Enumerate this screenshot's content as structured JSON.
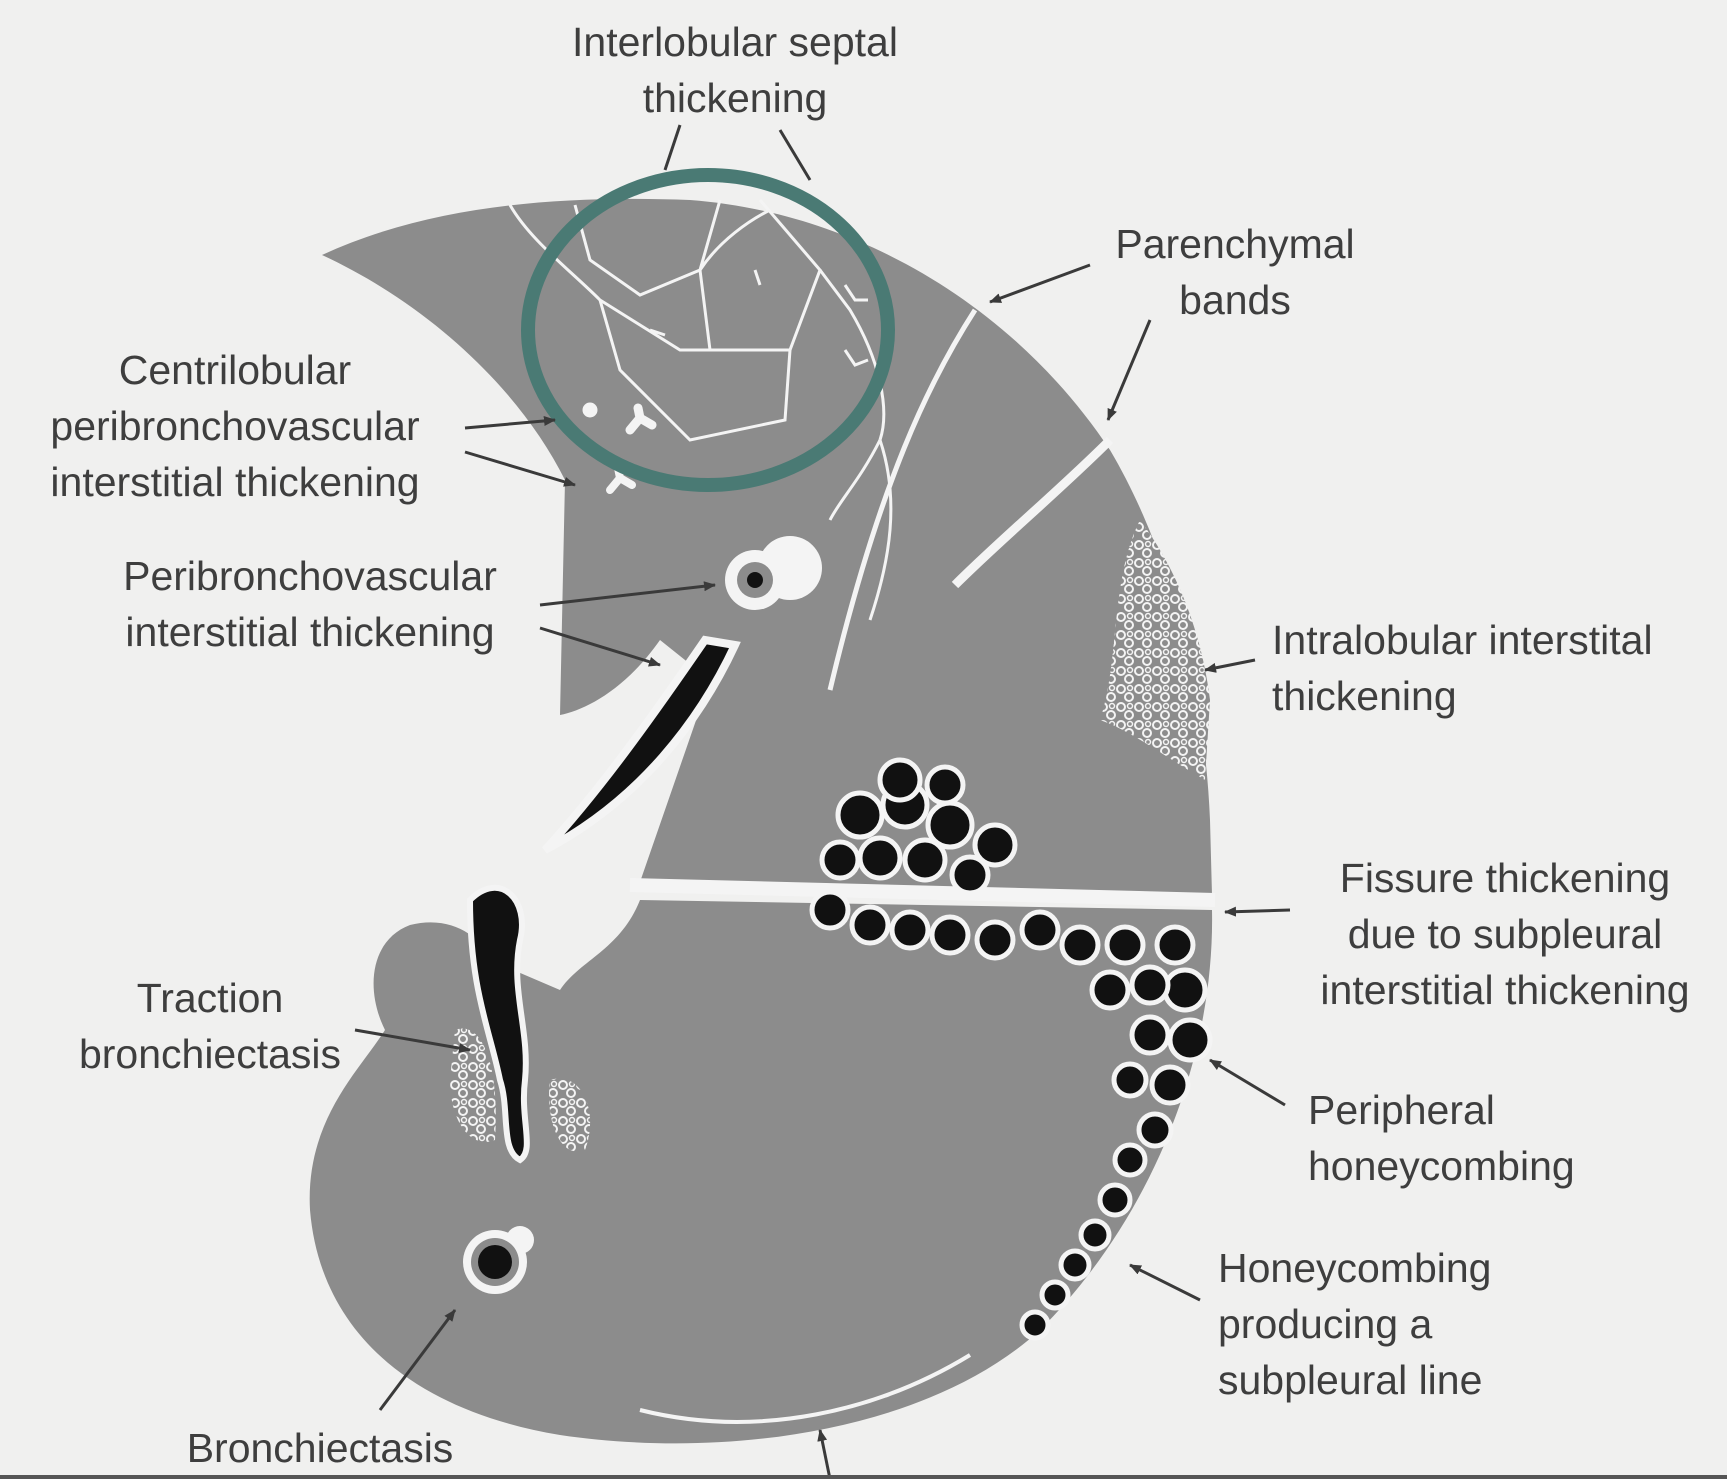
{
  "labels": {
    "interlobular_septal": [
      "Interlobular septal",
      "thickening"
    ],
    "parenchymal_bands": [
      "Parenchymal",
      "bands"
    ],
    "centrilobular": [
      "Centrilobular",
      "peribronchovascular",
      "interstitial thickening"
    ],
    "peribronchovascular": [
      "Peribronchovascular",
      "interstitial thickening"
    ],
    "intralobular": [
      "Intralobular interstital",
      "thickening"
    ],
    "fissure": [
      "Fissure thickening",
      "due to subpleural",
      "interstitial thickening"
    ],
    "traction": [
      "Traction",
      "bronchiectasis"
    ],
    "peripheral_honeycombing": [
      "Peripheral",
      "honeycombing"
    ],
    "honeycombing_subpleural": [
      "Honeycombing",
      "producing a",
      "subpleural line"
    ],
    "bronchiectasis": [
      "Bronchiectasis"
    ]
  },
  "colors": {
    "lung": "#8c8c8c",
    "background": "#f0f0ef",
    "highlight_ring": "#4a7a74",
    "text": "#3e3e3e"
  }
}
